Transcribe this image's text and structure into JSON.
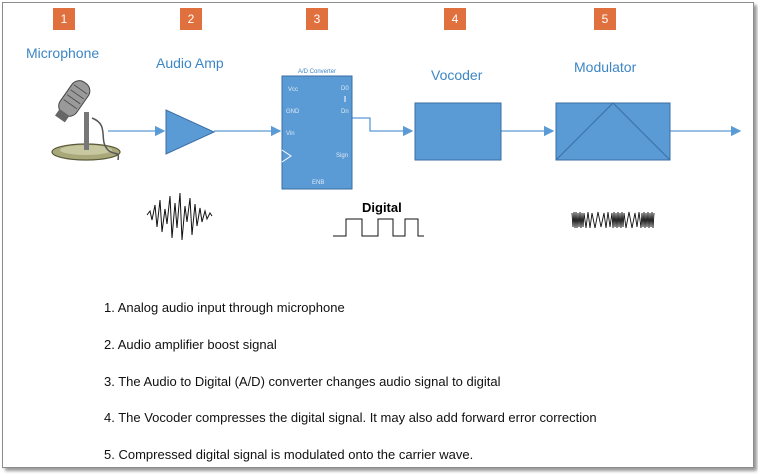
{
  "stages": [
    {
      "number": "1",
      "label": "Microphone"
    },
    {
      "number": "2",
      "label": "Audio Amp"
    },
    {
      "number": "3",
      "label": ""
    },
    {
      "number": "4",
      "label": "Vocoder"
    },
    {
      "number": "5",
      "label": "Modulator"
    }
  ],
  "converter": {
    "title": "A/D Converter",
    "pin_vcc": "Vcc",
    "pin_gnd": "GND",
    "pin_vin": "Vin",
    "pin_d0": "D0",
    "pin_dn": "Dn",
    "pin_sign": "Sign",
    "pin_enb": "ENB"
  },
  "signal_labels": {
    "digital": "Digital"
  },
  "steps": [
    "1.  Analog audio input through microphone",
    "2. Audio amplifier boost signal",
    "3. The Audio to Digital (A/D) converter changes audio signal to digital",
    "4. The Vocoder compresses the digital signal.  It may also add forward error correction",
    "5. Compressed digital signal is modulated onto the carrier wave."
  ],
  "colors": {
    "badge": "#e0703d",
    "label_blue": "#3d86c6",
    "block_blue": "#5b9bd5",
    "block_border": "#3a6ea5",
    "line_blue": "#5b9bd5"
  }
}
